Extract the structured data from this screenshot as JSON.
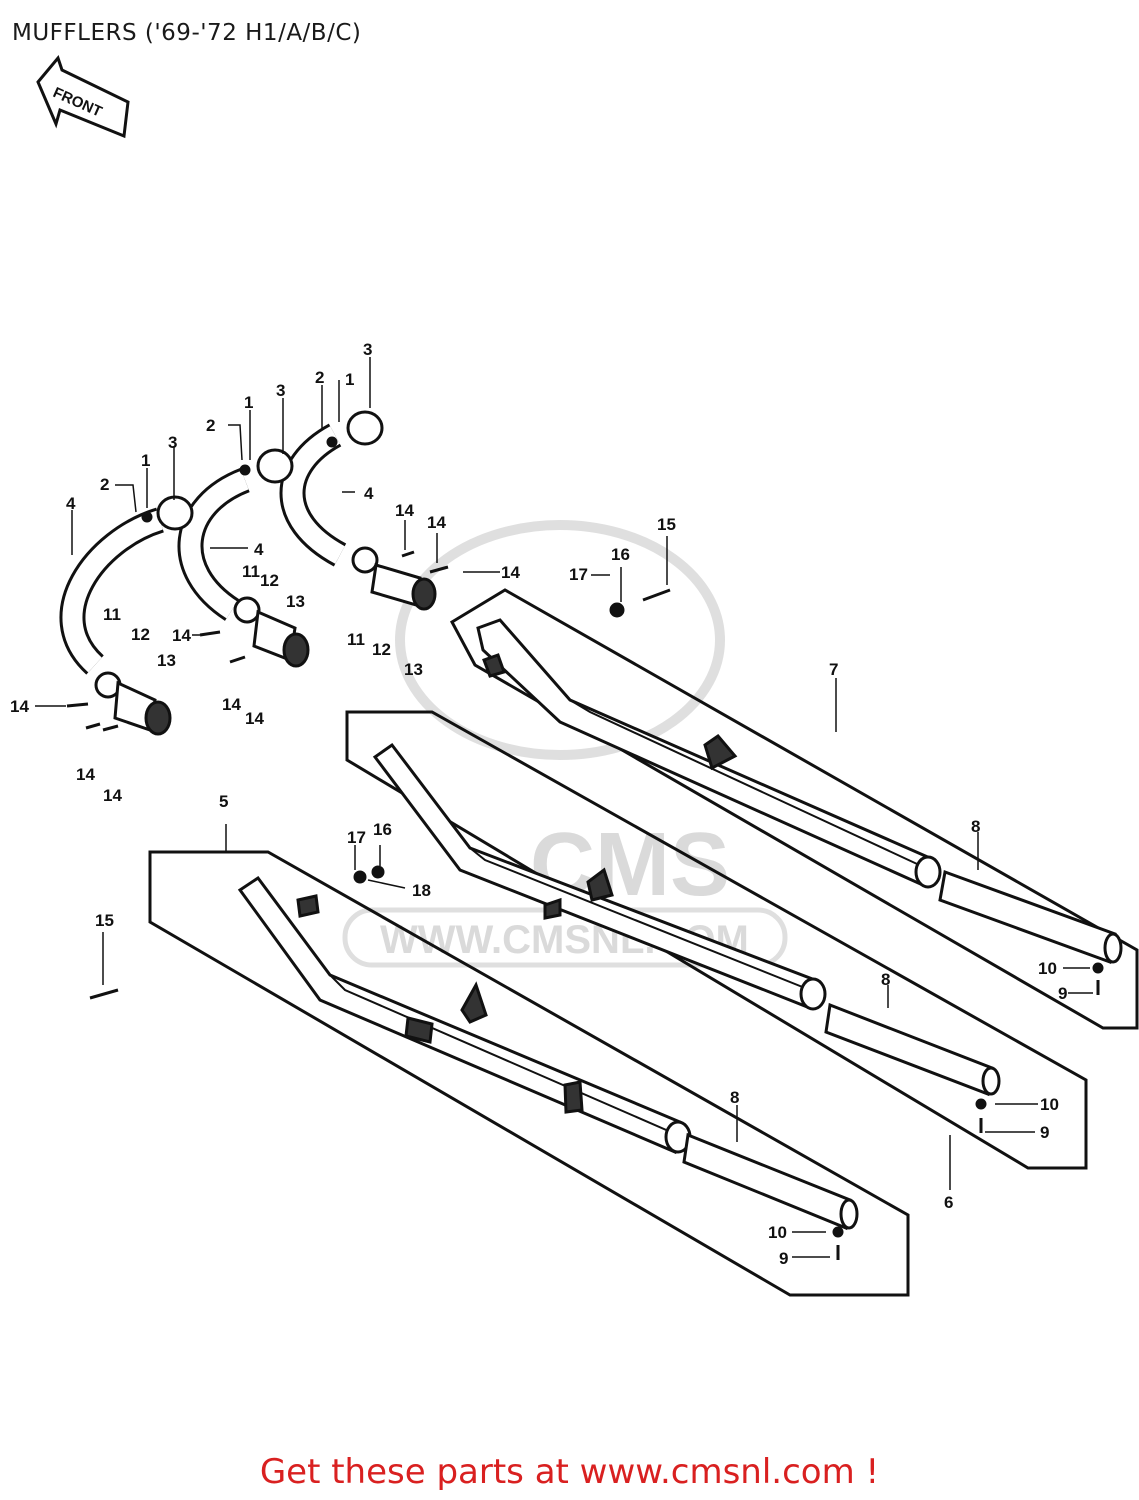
{
  "page": {
    "title": "MUFFLERS ('69-'72 H1/A/B/C)",
    "footer_link": "Get these parts at www.cmsnl.com !",
    "footer_color": "#d92020"
  },
  "diagram": {
    "front_arrow_label": "FRONT",
    "watermark_text": "CMS",
    "watermark_url": "WWW.CMSNL.COM",
    "part_labels": {
      "p1a": "1",
      "p1b": "1",
      "p1c": "1",
      "p2a": "2",
      "p2b": "2",
      "p2c": "2",
      "p3a": "3",
      "p3b": "3",
      "p3c": "3",
      "p4a": "4",
      "p4b": "4",
      "p4c": "4",
      "p5": "5",
      "p6": "6",
      "p7": "7",
      "p8a": "8",
      "p8b": "8",
      "p8c": "8",
      "p9a": "9",
      "p9b": "9",
      "p9c": "9",
      "p10a": "10",
      "p10b": "10",
      "p10c": "10",
      "p11a": "11",
      "p11b": "11",
      "p11c": "11",
      "p12a": "12",
      "p12b": "12",
      "p12c": "12",
      "p13a": "13",
      "p13b": "13",
      "p13c": "13",
      "p14a": "14",
      "p14b": "14",
      "p14c": "14",
      "p14d": "14",
      "p14e": "14",
      "p14f": "14",
      "p14g": "14",
      "p14h": "14",
      "p14i": "14",
      "p14j": "14",
      "p15a": "15",
      "p15b": "15",
      "p16a": "16",
      "p16b": "16",
      "p17a": "17",
      "p17b": "17",
      "p18": "18"
    }
  }
}
